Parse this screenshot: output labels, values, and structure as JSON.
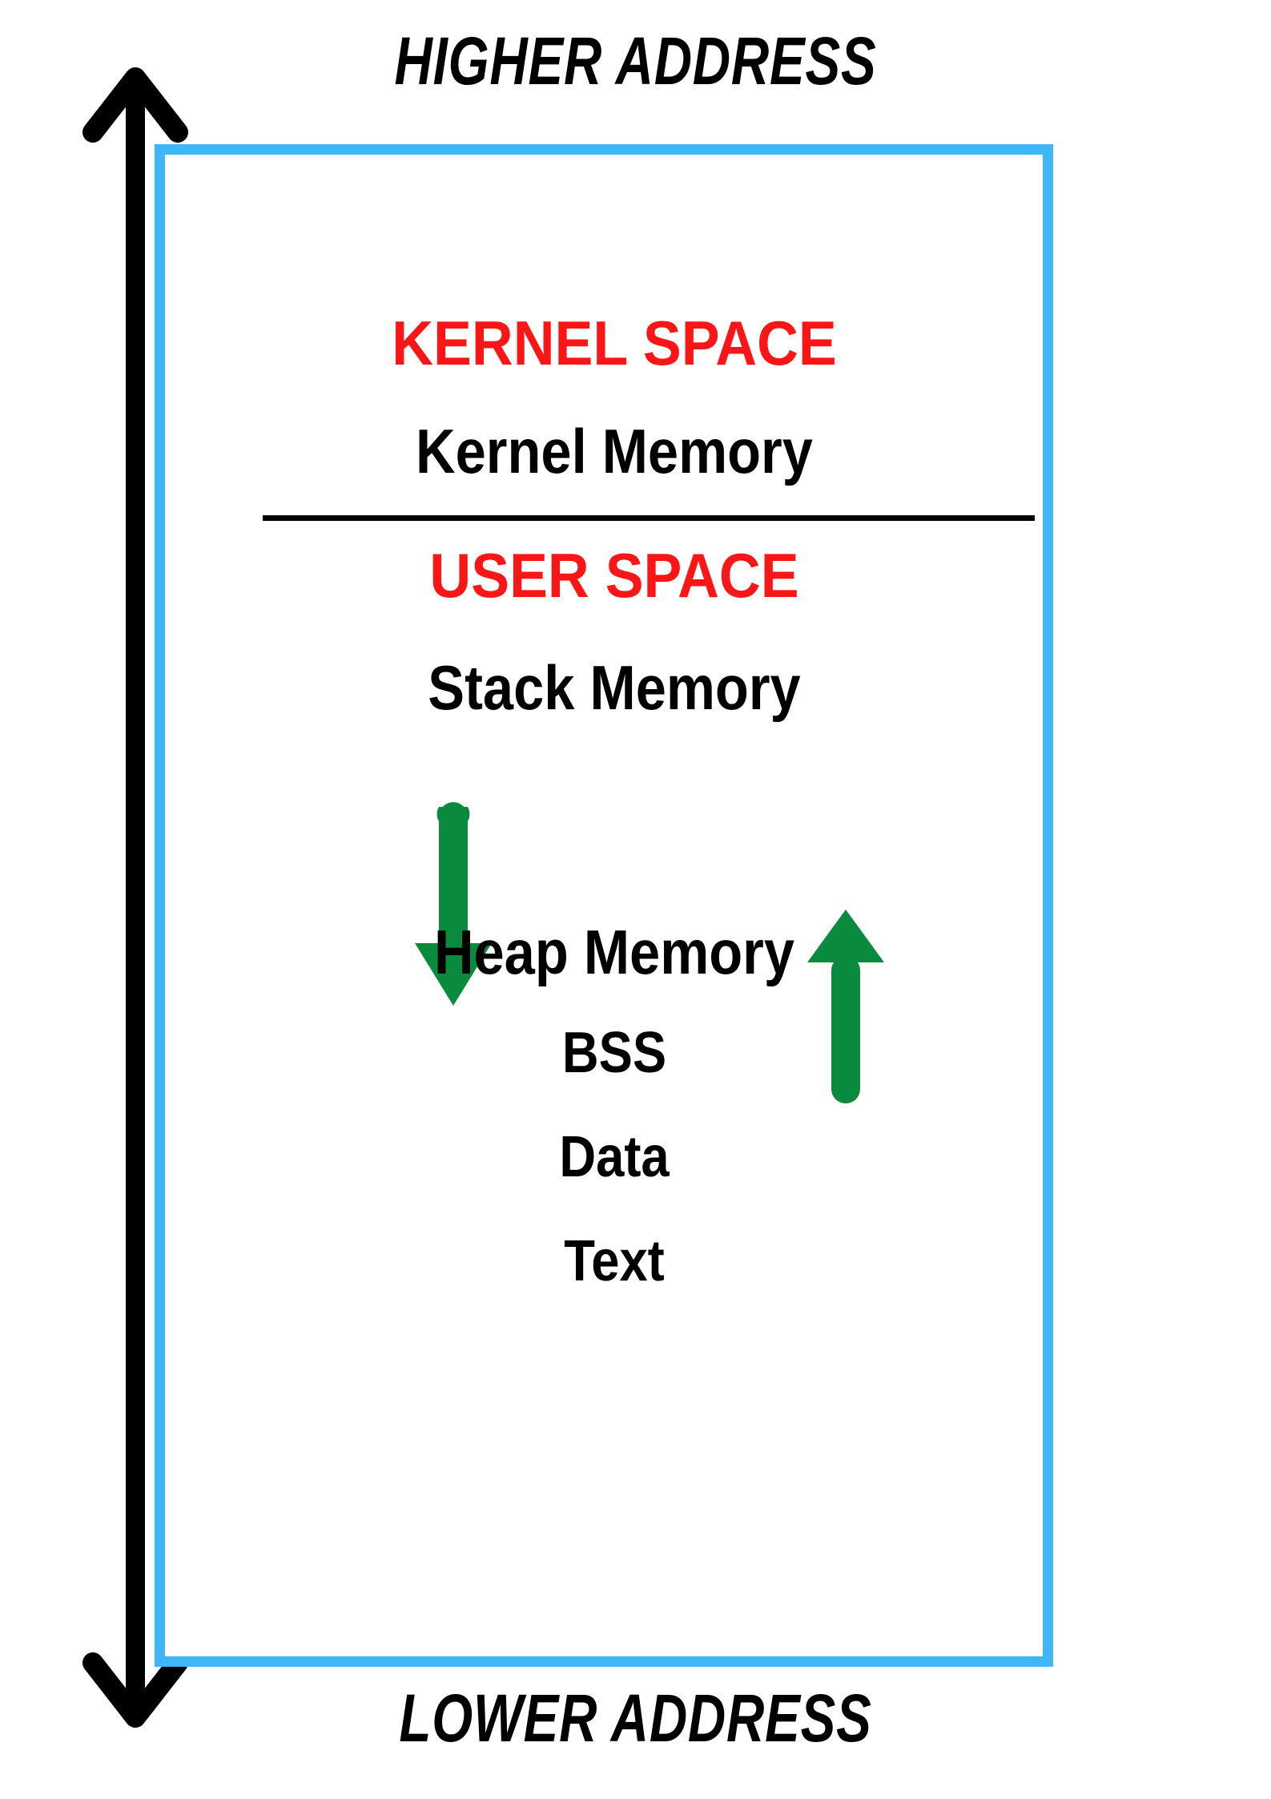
{
  "diagram": {
    "title_top": "HIGHER ADDRESS",
    "title_bottom": "LOWER ADDRESS",
    "colors": {
      "box_border": "#3FB6F7",
      "space_heading": "#FA1616",
      "growth_arrow": "#0A8A3D",
      "address_arrow": "#000000",
      "label_text": "#000000",
      "background": "#FFFFFF"
    },
    "sections": [
      {
        "id": "kernel-space",
        "label": "KERNEL SPACE",
        "kind": "space-heading"
      },
      {
        "id": "kernel-memory",
        "label": "Kernel Memory",
        "kind": "segment"
      },
      {
        "id": "user-space",
        "label": "USER SPACE",
        "kind": "space-heading"
      },
      {
        "id": "stack-memory",
        "label": "Stack Memory",
        "kind": "segment"
      },
      {
        "id": "heap-memory",
        "label": "Heap Memory",
        "kind": "segment"
      },
      {
        "id": "bss",
        "label": "BSS",
        "kind": "segment"
      },
      {
        "id": "data",
        "label": "Data",
        "kind": "segment"
      },
      {
        "id": "text",
        "label": "Text",
        "kind": "segment"
      }
    ],
    "arrows": [
      {
        "id": "address-direction-arrow",
        "name": "double-headed-vertical-arrow",
        "direction": "both",
        "color": "#000000"
      },
      {
        "id": "stack-growth-arrow",
        "name": "stack-grows-down-arrow",
        "direction": "down",
        "color": "#0A8A3D"
      },
      {
        "id": "heap-growth-arrow",
        "name": "heap-grows-up-arrow",
        "direction": "up",
        "color": "#0A8A3D"
      }
    ]
  }
}
